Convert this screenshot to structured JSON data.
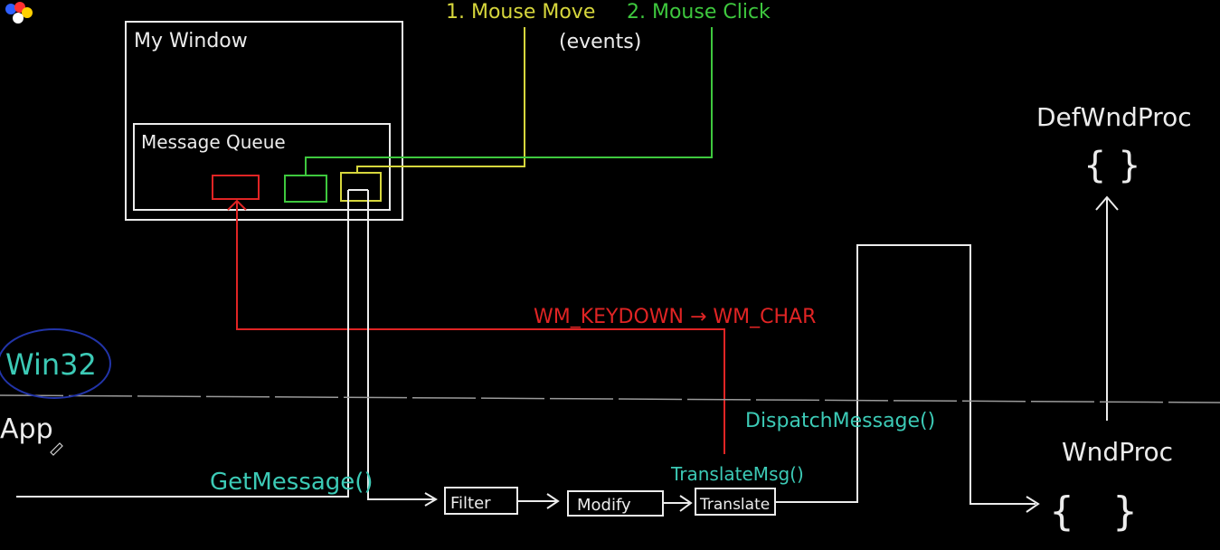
{
  "colors": {
    "white": "#ececec",
    "yellow": "#d6d63c",
    "green": "#3ec83e",
    "red": "#e02424",
    "cyan": "#3ccab6",
    "blue": "#2234a8"
  },
  "labels": {
    "mouse_move": "1. Mouse Move",
    "mouse_click": "2. Mouse Click",
    "events": "(events)",
    "my_window": "My Window",
    "message_queue": "Message Queue",
    "translation": "WM_KEYDOWN → WM_CHAR",
    "win32": "Win32",
    "app": "App",
    "get_message": "GetMessage()",
    "filter": "Filter",
    "modify": "Modify",
    "translate": "Translate",
    "translate_msg": "TranslateMsg()",
    "dispatch_message": "DispatchMessage()",
    "def_wnd_proc": "DefWndProc",
    "def_wnd_proc_body": "{ }",
    "wnd_proc": "WndProc",
    "wnd_proc_body": "{   }"
  }
}
